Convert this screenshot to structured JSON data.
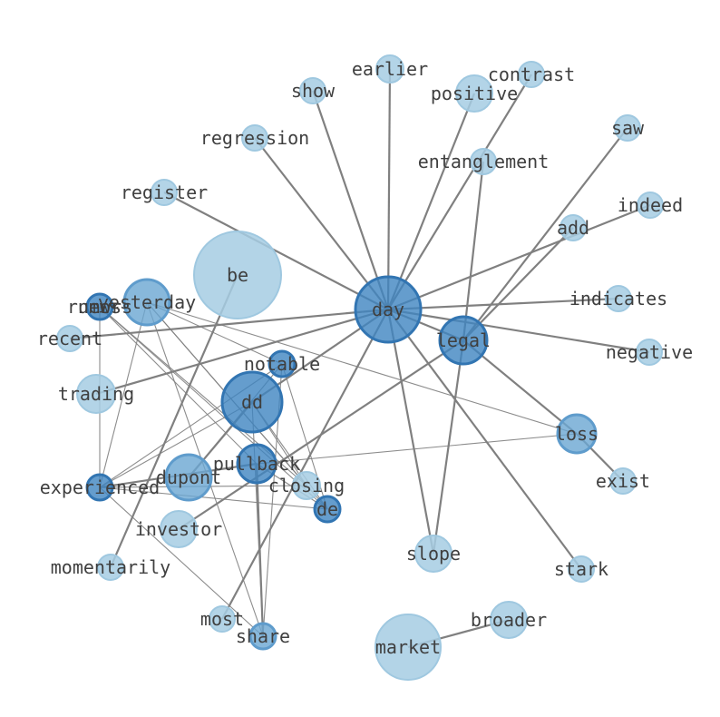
{
  "palette": {
    "light": "#a6cce3",
    "mid": "#6aa6d2",
    "dark": "#3f84c0",
    "edge": "#808080",
    "label": "#3f3f3f"
  },
  "nodes": [
    {
      "id": "day",
      "label": "day",
      "tone": "dark"
    },
    {
      "id": "be",
      "label": "be",
      "tone": "light"
    },
    {
      "id": "market",
      "label": "market",
      "tone": "light"
    },
    {
      "id": "broader",
      "label": "broader",
      "tone": "light"
    },
    {
      "id": "dd",
      "label": "dd",
      "tone": "dark"
    },
    {
      "id": "legal",
      "label": "legal",
      "tone": "dark"
    },
    {
      "id": "yesterday",
      "label": "yesterday",
      "tone": "mid"
    },
    {
      "id": "rumors",
      "label": "rumors",
      "tone": "dark"
    },
    {
      "id": "news",
      "label": "news",
      "tone": "dark"
    },
    {
      "id": "dupont",
      "label": "dupont",
      "tone": "mid"
    },
    {
      "id": "pullback",
      "label": "pullback",
      "tone": "dark"
    },
    {
      "id": "notable",
      "label": "notable",
      "tone": "dark"
    },
    {
      "id": "experienced",
      "label": "experienced",
      "tone": "dark"
    },
    {
      "id": "closing",
      "label": "closing",
      "tone": "light"
    },
    {
      "id": "de",
      "label": "de",
      "tone": "dark"
    },
    {
      "id": "loss",
      "label": "loss",
      "tone": "mid"
    },
    {
      "id": "exist",
      "label": "exist",
      "tone": "light"
    },
    {
      "id": "share",
      "label": "share",
      "tone": "mid"
    },
    {
      "id": "most",
      "label": "most",
      "tone": "light"
    },
    {
      "id": "slope",
      "label": "slope",
      "tone": "light"
    },
    {
      "id": "stark",
      "label": "stark",
      "tone": "light"
    },
    {
      "id": "investor",
      "label": "investor",
      "tone": "light"
    },
    {
      "id": "momentarily",
      "label": "momentarily",
      "tone": "light"
    },
    {
      "id": "trading",
      "label": "trading",
      "tone": "light"
    },
    {
      "id": "recent",
      "label": "recent",
      "tone": "light"
    },
    {
      "id": "register",
      "label": "register",
      "tone": "light"
    },
    {
      "id": "regression",
      "label": "regression",
      "tone": "light"
    },
    {
      "id": "show",
      "label": "show",
      "tone": "light"
    },
    {
      "id": "earlier",
      "label": "earlier",
      "tone": "light"
    },
    {
      "id": "positive",
      "label": "positive",
      "tone": "light"
    },
    {
      "id": "contrast",
      "label": "contrast",
      "tone": "light"
    },
    {
      "id": "entanglement",
      "label": "entanglement",
      "tone": "light"
    },
    {
      "id": "saw",
      "label": "saw",
      "tone": "light"
    },
    {
      "id": "indeed",
      "label": "indeed",
      "tone": "light"
    },
    {
      "id": "add",
      "label": "add",
      "tone": "light"
    },
    {
      "id": "indicates",
      "label": "indicates",
      "tone": "light"
    },
    {
      "id": "negative",
      "label": "negative",
      "tone": "light"
    }
  ],
  "edges": [
    {
      "source": "day",
      "target": "show",
      "weight": "heavy"
    },
    {
      "source": "day",
      "target": "earlier",
      "weight": "heavy"
    },
    {
      "source": "day",
      "target": "positive",
      "weight": "heavy"
    },
    {
      "source": "day",
      "target": "contrast",
      "weight": "heavy"
    },
    {
      "source": "day",
      "target": "regression",
      "weight": "heavy"
    },
    {
      "source": "day",
      "target": "register",
      "weight": "heavy"
    },
    {
      "source": "day",
      "target": "indeed",
      "weight": "heavy"
    },
    {
      "source": "day",
      "target": "indicates",
      "weight": "heavy"
    },
    {
      "source": "day",
      "target": "negative",
      "weight": "heavy"
    },
    {
      "source": "day",
      "target": "recent",
      "weight": "heavy"
    },
    {
      "source": "day",
      "target": "trading",
      "weight": "heavy"
    },
    {
      "source": "day",
      "target": "slope",
      "weight": "heavy"
    },
    {
      "source": "day",
      "target": "stark",
      "weight": "heavy"
    },
    {
      "source": "day",
      "target": "most",
      "weight": "heavy"
    },
    {
      "source": "day",
      "target": "dd",
      "weight": "heavy"
    },
    {
      "source": "day",
      "target": "legal",
      "weight": "heavy"
    },
    {
      "source": "be",
      "target": "momentarily",
      "weight": "heavy"
    },
    {
      "source": "market",
      "target": "broader",
      "weight": "heavy"
    },
    {
      "source": "legal",
      "target": "entanglement",
      "weight": "heavy"
    },
    {
      "source": "legal",
      "target": "saw",
      "weight": "heavy"
    },
    {
      "source": "legal",
      "target": "add",
      "weight": "heavy"
    },
    {
      "source": "legal",
      "target": "loss",
      "weight": "heavy"
    },
    {
      "source": "legal",
      "target": "investor",
      "weight": "heavy"
    },
    {
      "source": "legal",
      "target": "slope",
      "weight": "heavy"
    },
    {
      "source": "loss",
      "target": "exist",
      "weight": "heavy"
    },
    {
      "source": "dd",
      "target": "dupont",
      "weight": "heavy"
    },
    {
      "source": "pullback",
      "target": "share",
      "weight": "heavy"
    },
    {
      "source": "experienced",
      "target": "pullback",
      "weight": "heavy"
    },
    {
      "source": "rumors",
      "target": "pullback",
      "weight": "light"
    },
    {
      "source": "rumors",
      "target": "closing",
      "weight": "light"
    },
    {
      "source": "rumors",
      "target": "de",
      "weight": "light"
    },
    {
      "source": "rumors",
      "target": "experienced",
      "weight": "light"
    },
    {
      "source": "yesterday",
      "target": "experienced",
      "weight": "light"
    },
    {
      "source": "yesterday",
      "target": "notable",
      "weight": "light"
    },
    {
      "source": "yesterday",
      "target": "closing",
      "weight": "light"
    },
    {
      "source": "yesterday",
      "target": "de",
      "weight": "light"
    },
    {
      "source": "yesterday",
      "target": "loss",
      "weight": "light"
    },
    {
      "source": "notable",
      "target": "experienced",
      "weight": "light"
    },
    {
      "source": "notable",
      "target": "share",
      "weight": "light"
    },
    {
      "source": "notable",
      "target": "de",
      "weight": "light"
    },
    {
      "source": "notable",
      "target": "dupont",
      "weight": "light"
    },
    {
      "source": "dd",
      "target": "closing",
      "weight": "light"
    },
    {
      "source": "dd",
      "target": "de",
      "weight": "light"
    },
    {
      "source": "dd",
      "target": "experienced",
      "weight": "light"
    },
    {
      "source": "dd",
      "target": "share",
      "weight": "light"
    },
    {
      "source": "pullback",
      "target": "loss",
      "weight": "light"
    },
    {
      "source": "pullback",
      "target": "de",
      "weight": "light"
    },
    {
      "source": "experienced",
      "target": "de",
      "weight": "light"
    },
    {
      "source": "experienced",
      "target": "share",
      "weight": "light"
    },
    {
      "source": "experienced",
      "target": "closing",
      "weight": "light"
    },
    {
      "source": "yesterday",
      "target": "share",
      "weight": "light"
    }
  ]
}
